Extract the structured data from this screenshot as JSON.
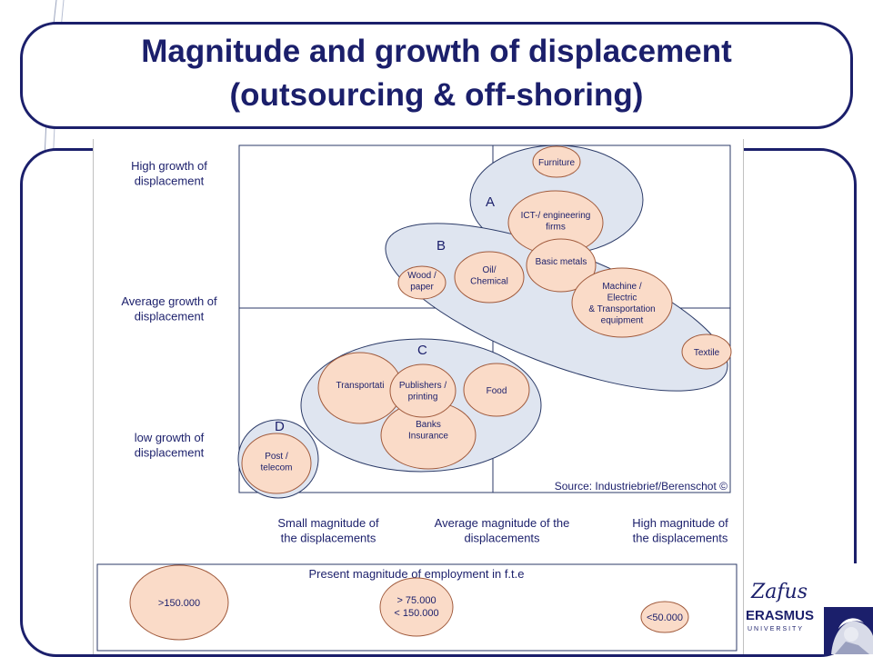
{
  "title": {
    "line1": "Magnitude and growth of displacement",
    "line2": "(outsourcing & off-shoring)"
  },
  "colors": {
    "frame": "#1b1f6b",
    "group_fill": "#dfe5f0",
    "group_stroke": "#2b3a67",
    "sector_fill": "#fadbc8",
    "sector_stroke": "#a05a3c"
  },
  "y_axis": {
    "high": [
      "High growth of",
      "displacement"
    ],
    "average": [
      "Average growth of",
      "displacement"
    ],
    "low": [
      "low growth of",
      "displacement"
    ]
  },
  "x_axis": {
    "small": [
      "Small magnitude of",
      "the displacements"
    ],
    "average": [
      "Average magnitude of the",
      "displacements"
    ],
    "high": [
      "High magnitude of",
      "the displacements"
    ]
  },
  "groups": {
    "A": "A",
    "B": "B",
    "C": "C",
    "D": "D"
  },
  "sectors": {
    "furniture": [
      "Furniture"
    ],
    "ict": [
      "ICT-/ engineering",
      "firms"
    ],
    "basic_metals": [
      "Basic metals"
    ],
    "wood": [
      "Wood /",
      "paper"
    ],
    "oil": [
      "Oil/",
      "Chemical"
    ],
    "machine": [
      "Machine /",
      "Electric",
      "& Transportation",
      "equipment"
    ],
    "textile": [
      "Textile"
    ],
    "transportation": [
      "Transportati"
    ],
    "publishers": [
      "Publishers /",
      "printing"
    ],
    "food": [
      "Food"
    ],
    "banks": [
      "Banks",
      "Insurance"
    ],
    "post": [
      "Post /",
      "telecom"
    ]
  },
  "source": "Source: Industriebrief/Berenschot ©",
  "legend": {
    "title": "Present magnitude of employment in f.t.e",
    "large": [
      ">150.000"
    ],
    "medium": [
      "> 75.000",
      "< 150.000"
    ],
    "small": [
      "<50.000"
    ]
  },
  "logo": {
    "script": "Zafus",
    "name": "ERASMUS",
    "sub": "UNIVERSITY"
  }
}
